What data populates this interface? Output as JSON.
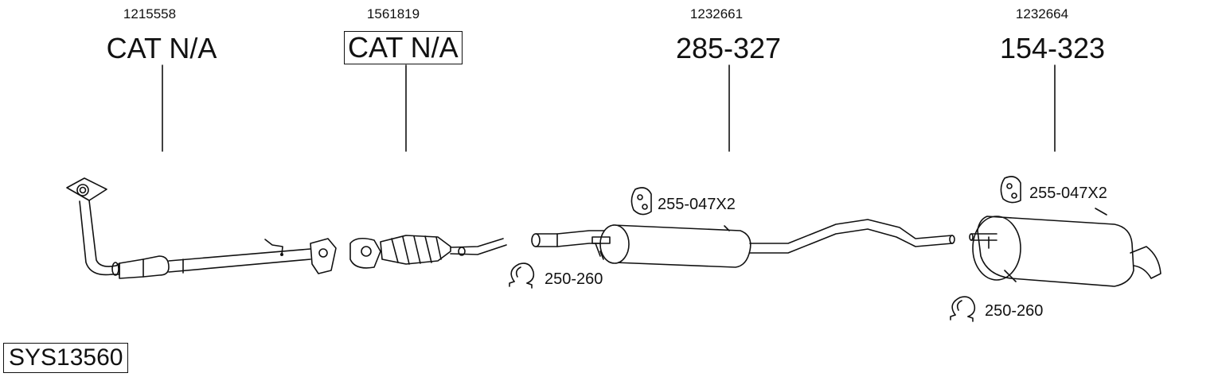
{
  "parts": [
    {
      "part_number": "1215558",
      "code": "CAT N/A",
      "code_boxed": false,
      "icon": "front-pipe-icon"
    },
    {
      "part_number": "1561819",
      "code": "CAT N/A",
      "code_boxed": true,
      "icon": "catalytic-converter-icon"
    },
    {
      "part_number": "1232661",
      "code": "285-327",
      "code_boxed": false,
      "icon": "middle-silencer-icon"
    },
    {
      "part_number": "1232664",
      "code": "154-323",
      "code_boxed": false,
      "icon": "rear-silencer-icon"
    }
  ],
  "accessories": [
    {
      "label": "255-047X2",
      "icon": "rubber-hanger-icon"
    },
    {
      "label": "250-260",
      "icon": "pipe-clamp-icon"
    },
    {
      "label": "255-047X2",
      "icon": "rubber-hanger-icon"
    },
    {
      "label": "250-260",
      "icon": "pipe-clamp-icon"
    }
  ],
  "system_id": "SYS13560"
}
